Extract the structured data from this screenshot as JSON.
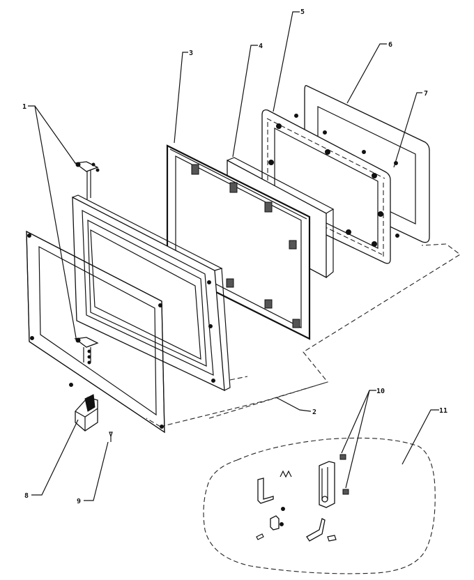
{
  "callouts": [
    {
      "id": "c1",
      "text": "1"
    },
    {
      "id": "c2",
      "text": "2"
    },
    {
      "id": "c3",
      "text": "3"
    },
    {
      "id": "c4",
      "text": "4"
    },
    {
      "id": "c5",
      "text": "5"
    },
    {
      "id": "c6",
      "text": "6"
    },
    {
      "id": "c7",
      "text": "7"
    },
    {
      "id": "c8",
      "text": "8"
    },
    {
      "id": "c9",
      "text": "9"
    },
    {
      "id": "c10",
      "text": "10"
    },
    {
      "id": "c11",
      "text": "11"
    }
  ]
}
